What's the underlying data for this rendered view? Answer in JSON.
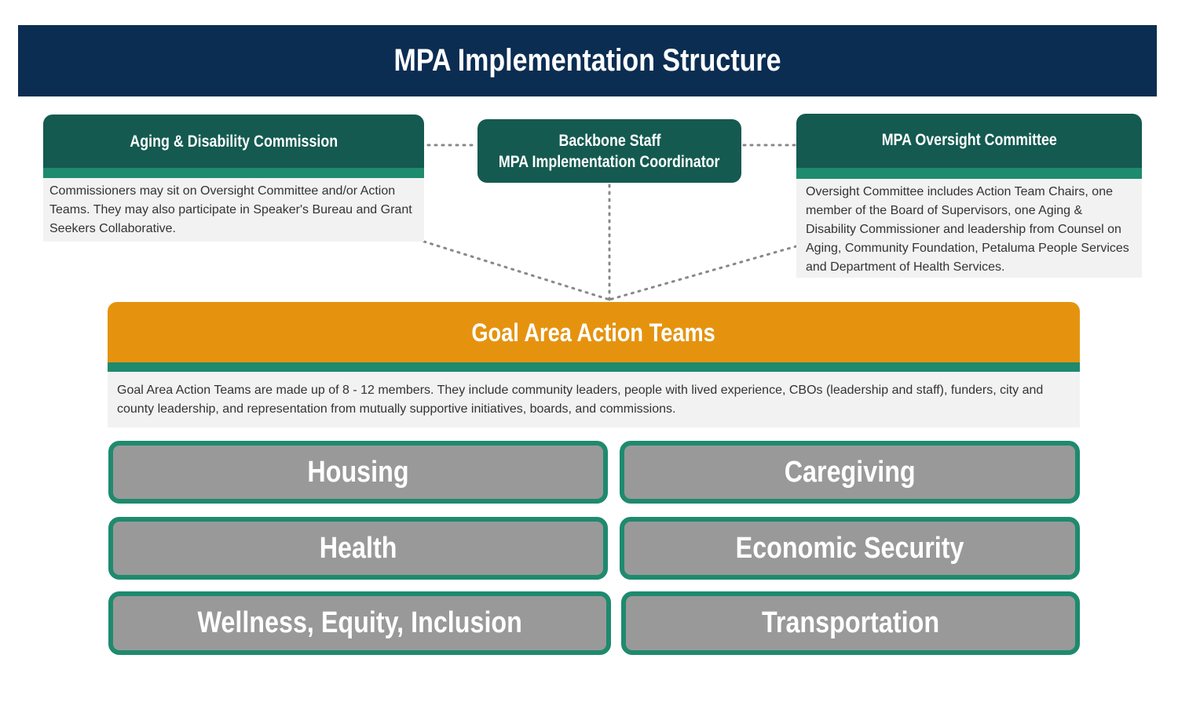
{
  "title": "MPA Implementation Structure",
  "aging": {
    "heading": "Aging & Disability Commission",
    "text": "Commissioners may sit on Oversight Committee and/or Action Teams. They may also participate in Speaker's Bureau and Grant Seekers Collaborative."
  },
  "backbone": {
    "line1": "Backbone Staff",
    "line2": "MPA Implementation Coordinator"
  },
  "oversight": {
    "heading": "MPA Oversight Committee",
    "text": "Oversight Committee includes Action Team Chairs, one member of the Board of Supervisors, one Aging & Disability Commissioner and leadership from Counsel on Aging, Community Foundation, Petaluma People Services and Department of Health Services."
  },
  "action_teams": {
    "heading": "Goal Area Action Teams",
    "text": "Goal Area Action Teams are made up of 8 - 12 members. They include community leaders, people with lived experience, CBOs (leadership and staff), funders, city and county leadership, and representation from mutually supportive initiatives, boards, and commissions."
  },
  "goal_areas": [
    "Housing",
    "Caregiving",
    "Health",
    "Economic Security",
    "Wellness, Equity, Inclusion",
    "Transportation"
  ],
  "colors": {
    "navy": "#0b2d52",
    "dark_green": "#145a50",
    "teal": "#1e8a6e",
    "orange": "#e5930f",
    "gray": "#999999"
  }
}
